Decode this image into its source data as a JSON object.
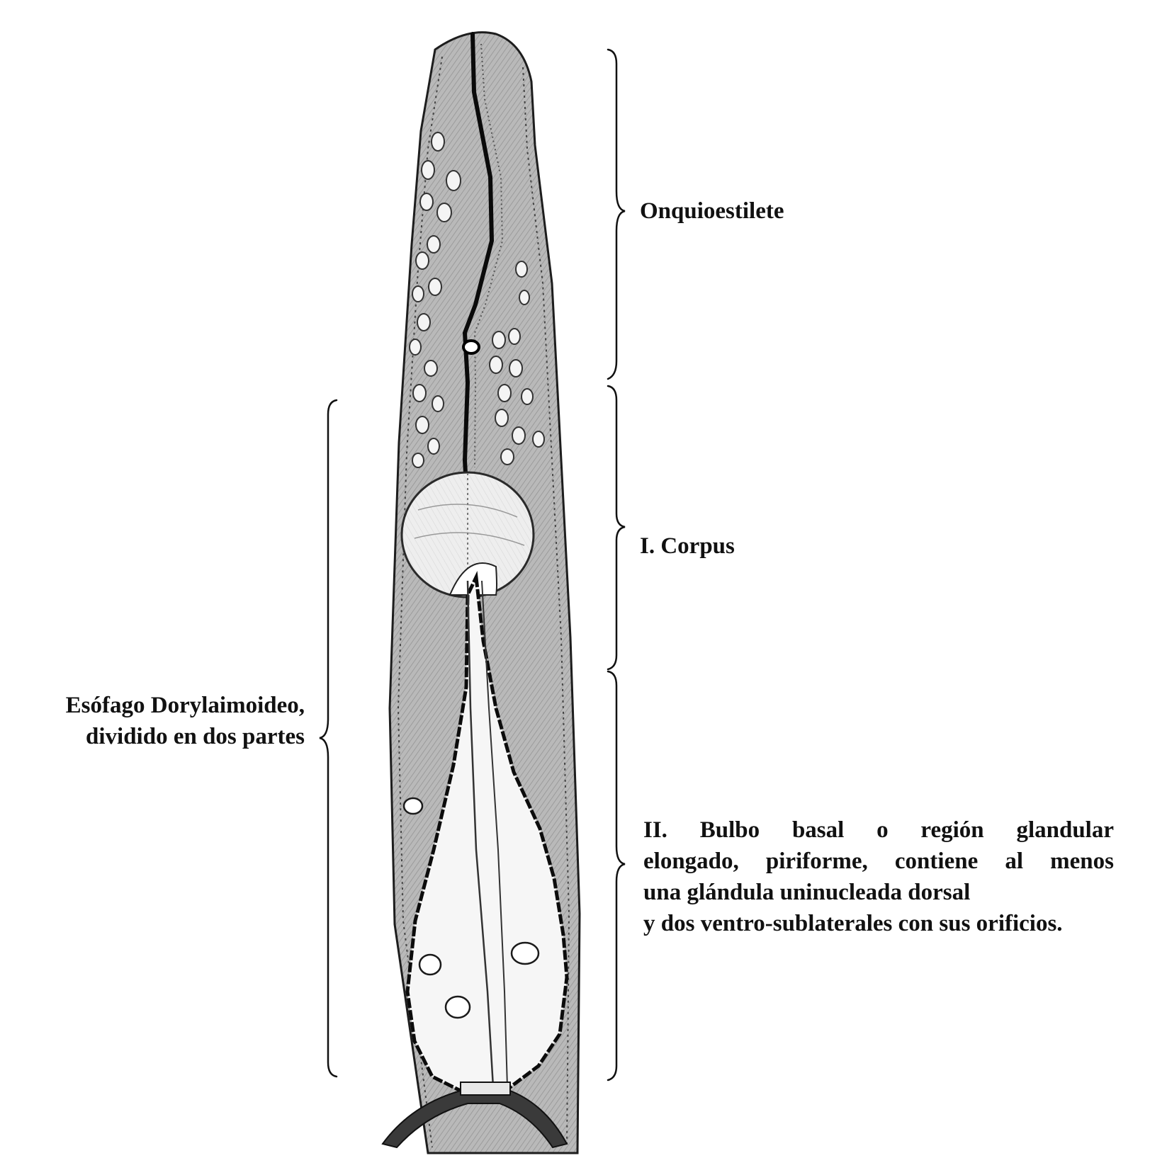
{
  "labels": {
    "onquioestilete": "Onquioestilete",
    "corpus": "I. Corpus",
    "esofago": [
      "Esófago Dorylaimoideo,",
      "dividido en dos  partes"
    ],
    "bulbo": [
      "II. Bulbo basal o región glandular",
      "elongado, piriforme, contiene al menos",
      "una glándula uninucleada dorsal",
      "y dos ventro-sublaterales con sus orificios."
    ]
  }
}
